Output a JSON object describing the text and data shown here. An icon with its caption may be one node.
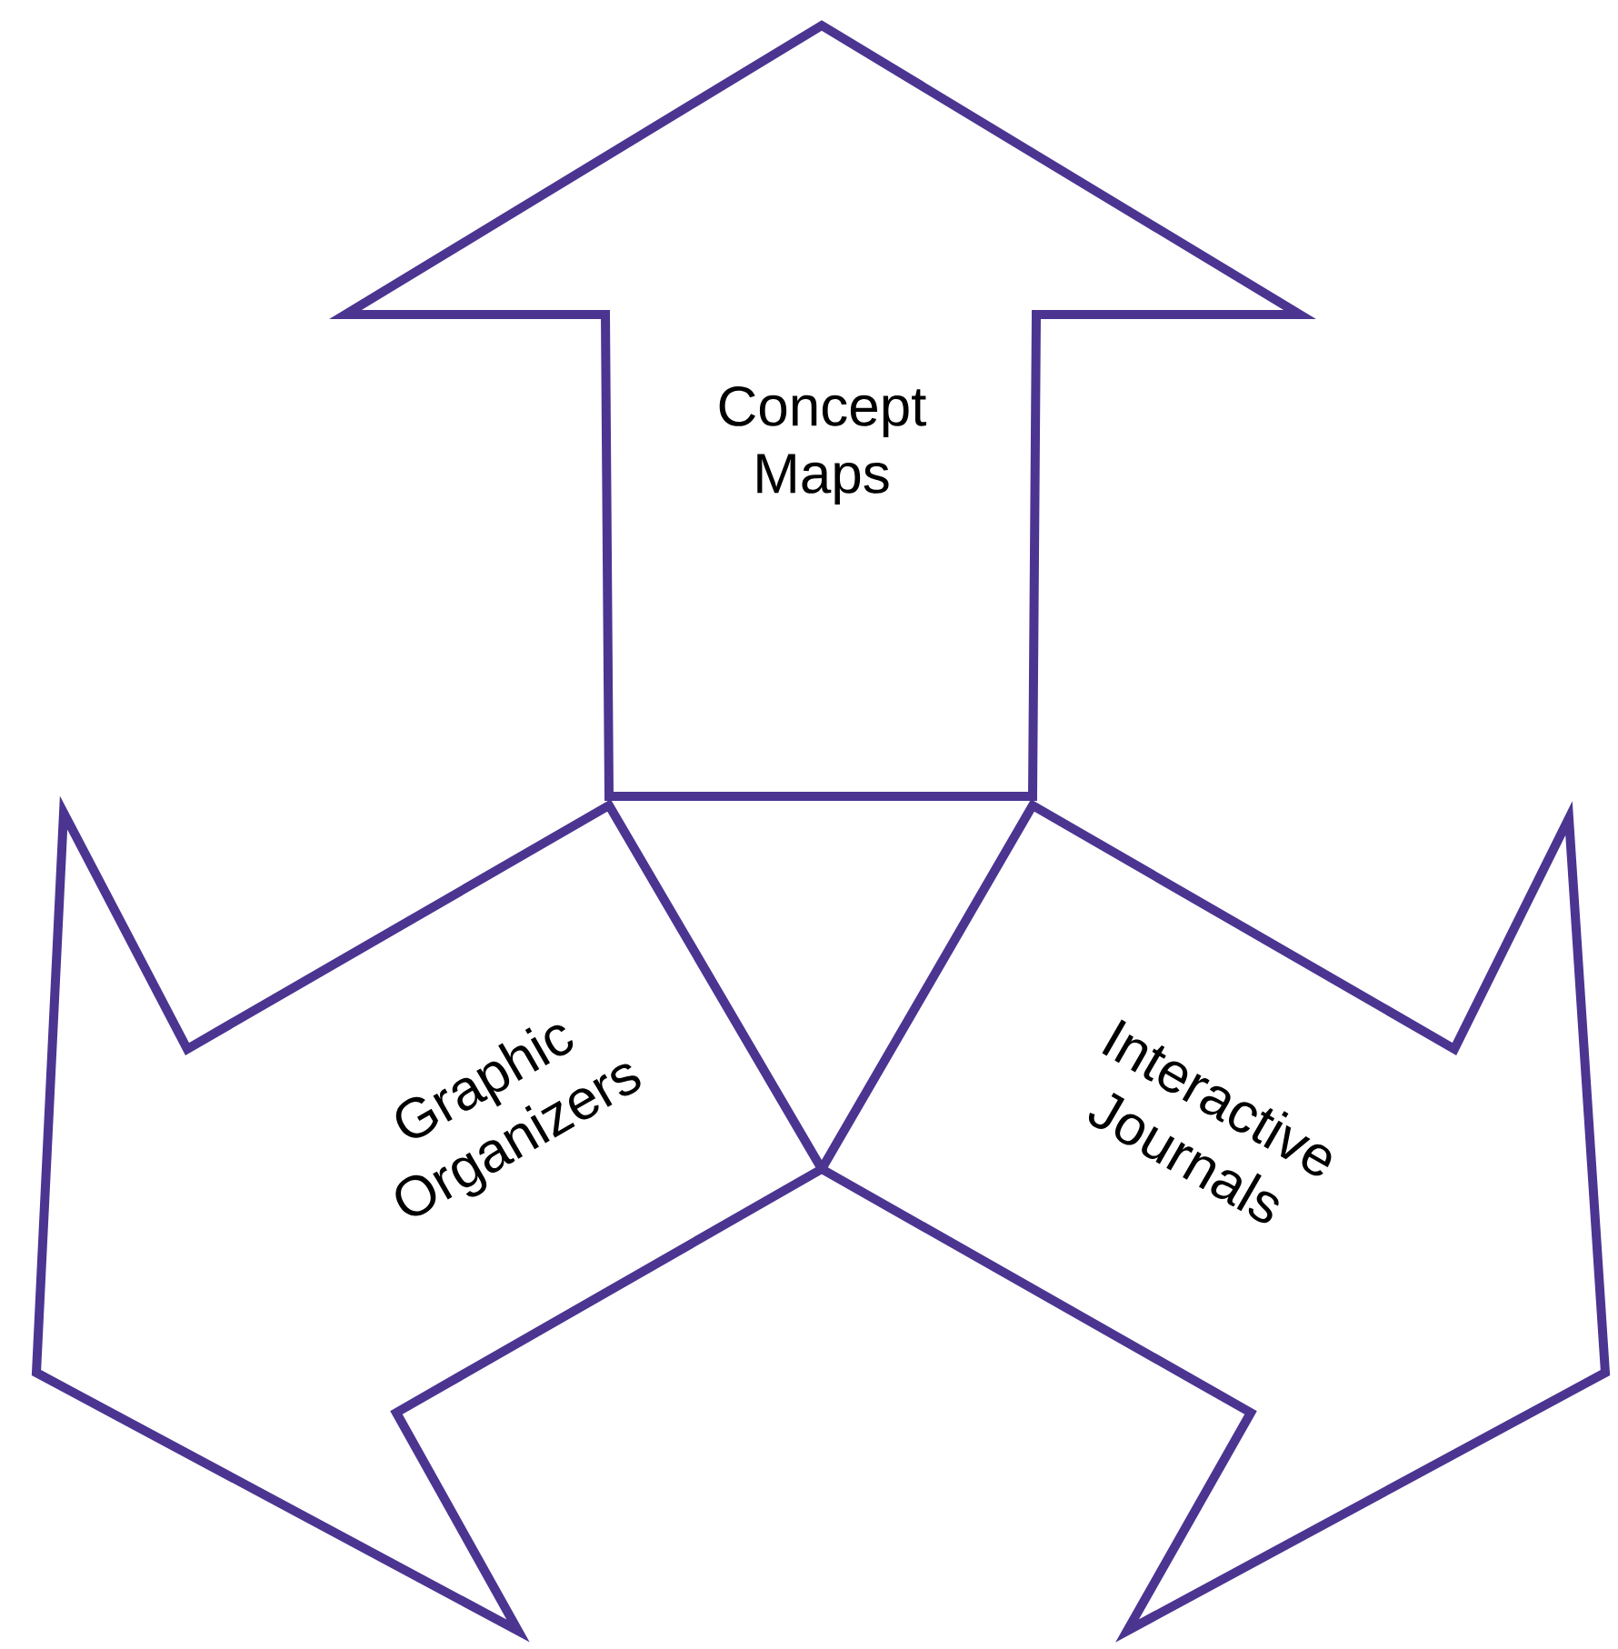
{
  "diagram": {
    "nodes": [
      {
        "text": [
          "Concept Maps"
        ]
      },
      {
        "text": [
          "Graphic Organizers"
        ]
      },
      {
        "text": [
          "Interactive Journals"
        ]
      }
    ]
  }
}
